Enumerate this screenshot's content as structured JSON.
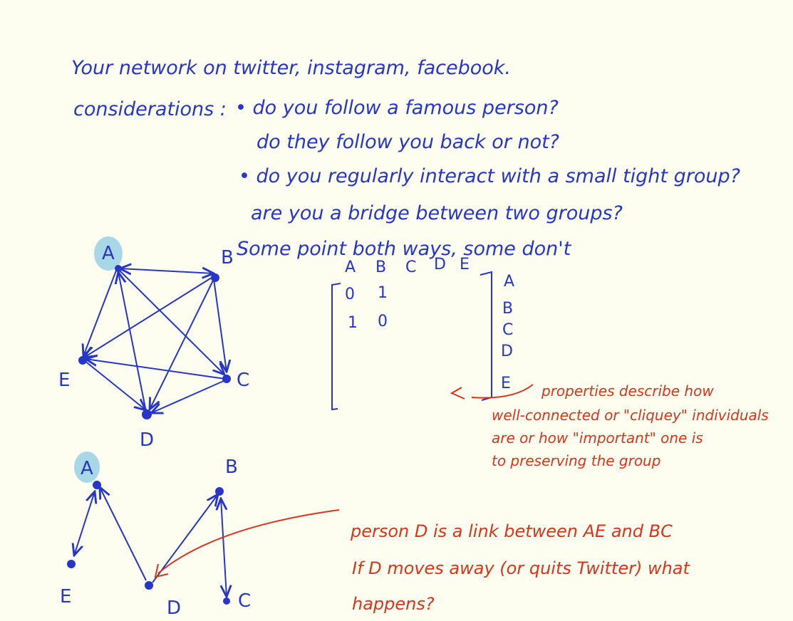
{
  "colors": {
    "paper": "#fdfdf0",
    "blue_ink": "#2536c8",
    "red_ink": "#d8351c",
    "highlight": "#a8d8e8"
  },
  "notes": {
    "title_line": "Your network on twitter, instagram, facebook.",
    "considerations_label": "considerations :",
    "bullet1_line1": "• do you follow a famous person?",
    "bullet1_line2": "do they follow you back or not?",
    "bullet2_line1": "• do you regularly interact with a small tight group?",
    "bullet2_line2": "are you a bridge between two groups?"
  },
  "graph1": {
    "annotation": "Some point both ways, some don't",
    "nodes": {
      "A": "A",
      "B": "B",
      "C": "C",
      "D": "D",
      "E": "E"
    }
  },
  "matrix": {
    "col_headers": [
      "A",
      "B",
      "C",
      "D",
      "E"
    ],
    "row_headers": [
      "A",
      "B",
      "C",
      "D",
      "E"
    ],
    "row1": [
      "0",
      "1"
    ],
    "row2": [
      "1",
      "0"
    ]
  },
  "red_note1": {
    "line1": "properties describe how",
    "line2": "well-connected or \"cliquey\" individuals",
    "line3": "are or how \"important\" one is",
    "line4": "to preserving the group"
  },
  "graph2": {
    "nodes": {
      "A": "A",
      "B": "B",
      "C": "C",
      "D": "D",
      "E": "E"
    }
  },
  "red_note2": {
    "line1": "person D is a link between AE and BC",
    "line2": "If D moves away (or quits Twitter) what",
    "line3": "happens?"
  }
}
